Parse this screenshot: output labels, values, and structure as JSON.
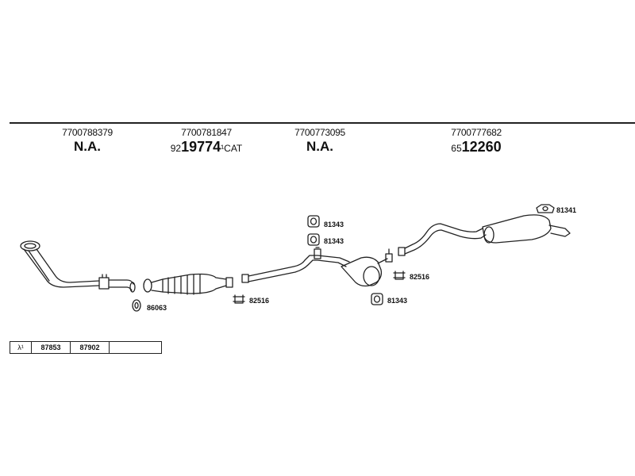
{
  "header_parts": [
    {
      "number": "7700788379",
      "code": "N.A."
    },
    {
      "number": "7700781847",
      "code_prefix": "92",
      "code_main": "19774",
      "code_suffix": "¹CAT"
    },
    {
      "number": "7700773095",
      "code": "N.A."
    },
    {
      "number": "7700777682",
      "code_prefix": "65",
      "code_main": "12260"
    }
  ],
  "part_labels": {
    "gasket_front": "86063",
    "clamp_cat": "82516",
    "rubber_mount_1": "81343",
    "rubber_mount_2": "81343",
    "clamp_mid": "82516",
    "rubber_mount_3": "81343",
    "rear_mount": "81341"
  },
  "lambda_table": {
    "symbol": "λ¹",
    "value_1": "87853",
    "value_2": "87902",
    "value_3": ""
  }
}
